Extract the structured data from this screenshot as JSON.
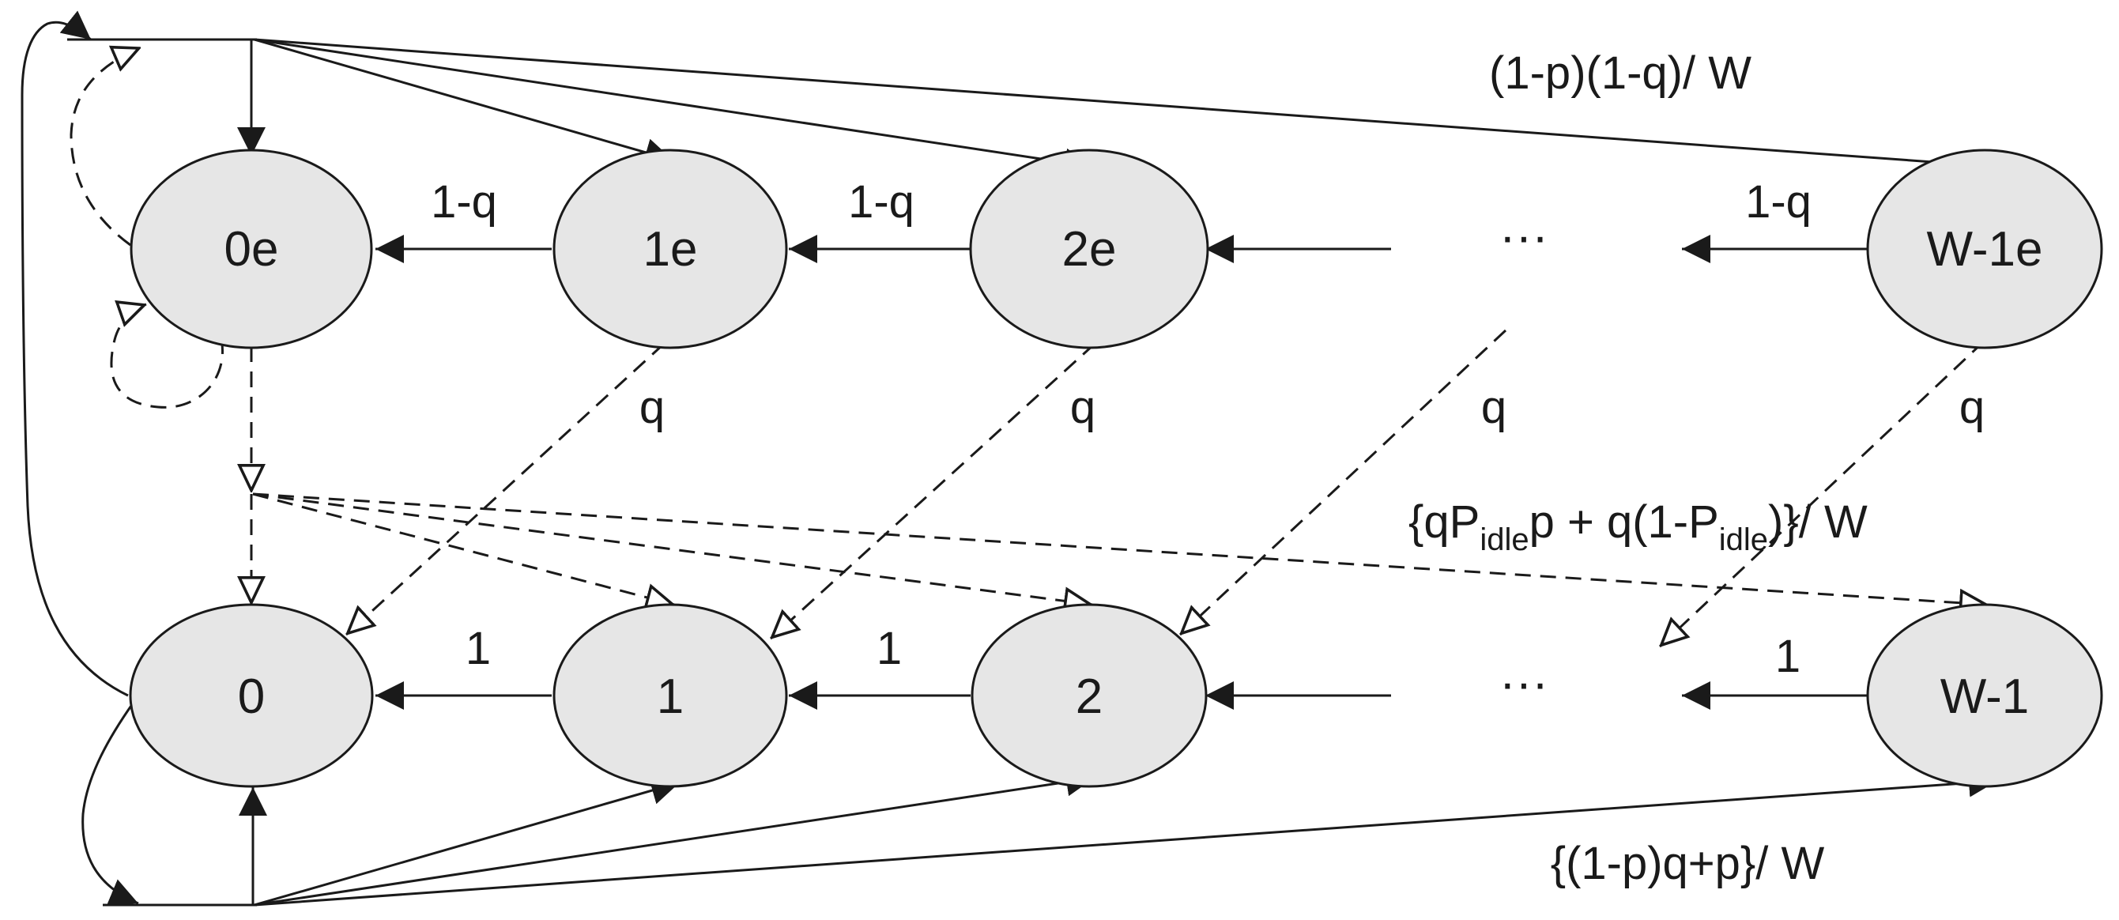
{
  "nodes": {
    "top": [
      "0e",
      "1e",
      "2e",
      "W-1e"
    ],
    "bottom": [
      "0",
      "1",
      "2",
      "W-1"
    ],
    "top_ellipsis": "···",
    "bottom_ellipsis": "···"
  },
  "labels": {
    "top_fan": "(1-p)(1-q)/ W",
    "top_chain": "1-q",
    "down": "q",
    "bottom_chain": "1",
    "bottom_fan": "{(1-p)q+p}/ W",
    "mid_fan": {
      "open": "{qP",
      "sub1": "idle",
      "mid": "p + q(1-P",
      "sub2": "idle",
      "close": ")}/ W"
    }
  }
}
